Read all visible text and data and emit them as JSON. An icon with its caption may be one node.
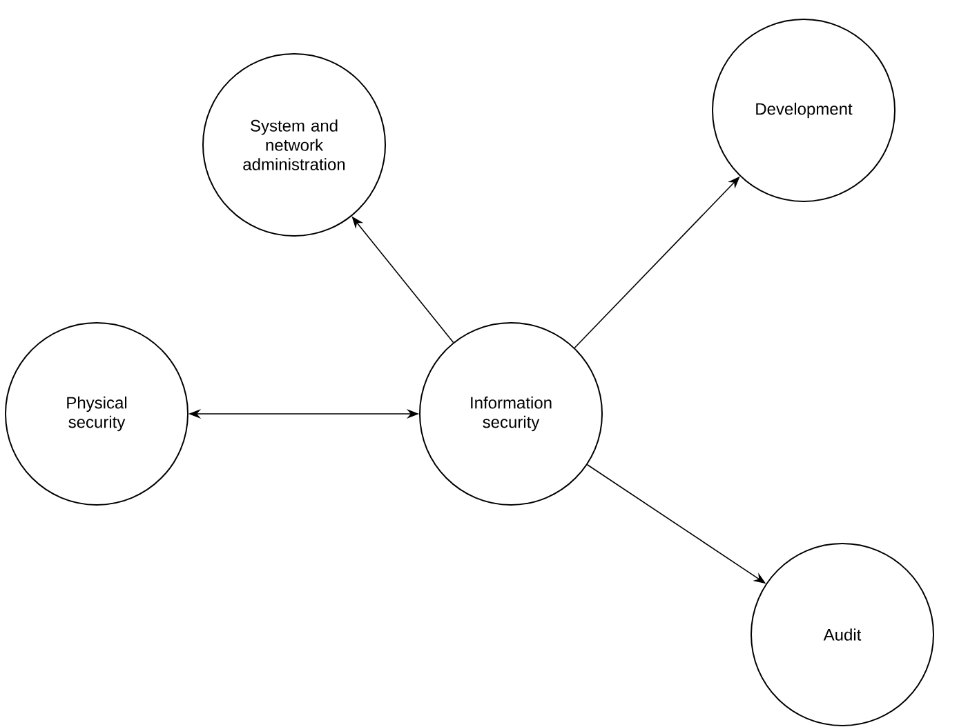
{
  "diagram": {
    "nodes": [
      {
        "text": [
          "System and network administration"
        ]
      },
      {
        "text": [
          "Development"
        ]
      },
      {
        "text": [
          "Physical security"
        ]
      },
      {
        "text": [
          "Information security"
        ]
      },
      {
        "text": [
          "Audit"
        ]
      }
    ],
    "edges": [
      {
        "from": 3,
        "to": 0,
        "arrow": "to"
      },
      {
        "from": 3,
        "to": 1,
        "arrow": "to"
      },
      {
        "from": 2,
        "to": 3,
        "arrow": "both"
      },
      {
        "from": 3,
        "to": 4,
        "arrow": "to"
      }
    ]
  }
}
